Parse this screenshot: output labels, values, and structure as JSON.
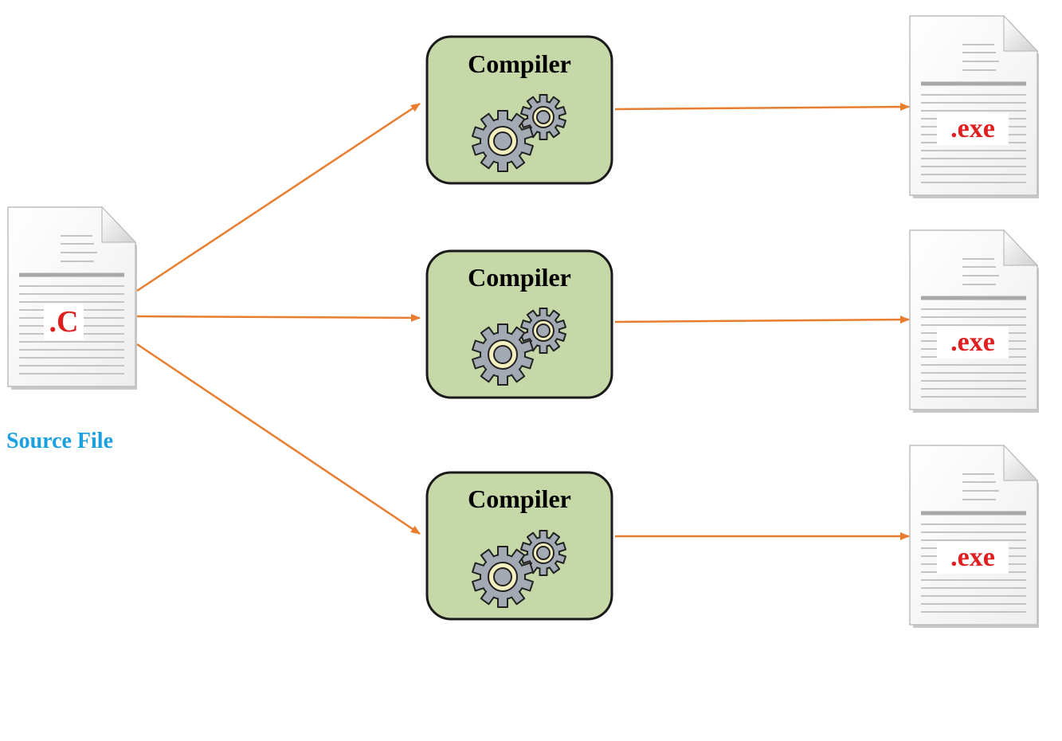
{
  "source": {
    "extension_label": ".C",
    "caption": "Source File"
  },
  "compilers": [
    {
      "label": "Compiler"
    },
    {
      "label": "Compiler"
    },
    {
      "label": "Compiler"
    }
  ],
  "outputs": [
    {
      "extension_label": ".exe"
    },
    {
      "extension_label": ".exe"
    },
    {
      "extension_label": ".exe"
    }
  ],
  "colors": {
    "arrow": "#e87d2f",
    "compiler_fill": "#c6d7a8",
    "compiler_border": "#1a1a1a",
    "extension_text": "#e02020",
    "caption_text": "#1aa0e0",
    "gear_fill": "#a4aab4",
    "gear_hub": "#f4efbf"
  }
}
